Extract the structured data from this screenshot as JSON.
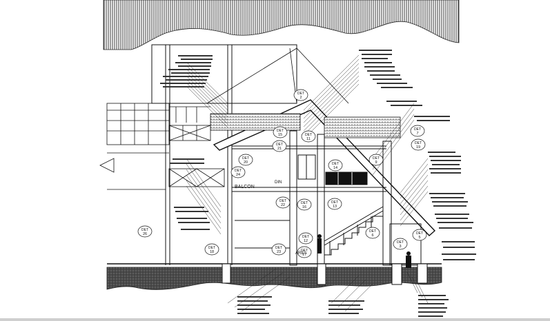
{
  "drawing": {
    "type": "architectural-section",
    "detail_tag": "DET",
    "details": [
      {
        "id": "det-15",
        "number": "15"
      },
      {
        "id": "det-11",
        "number": "11"
      },
      {
        "id": "det-21",
        "number": "21"
      },
      {
        "id": "det-20",
        "number": "20"
      },
      {
        "id": "det-24",
        "number": "24"
      },
      {
        "id": "det-9",
        "number": "9"
      },
      {
        "id": "det-14",
        "number": "14"
      },
      {
        "id": "det-19",
        "number": "19"
      },
      {
        "id": "det-22",
        "number": "22"
      },
      {
        "id": "det-16",
        "number": "16"
      },
      {
        "id": "det-13",
        "number": "13"
      },
      {
        "id": "det-26",
        "number": "26"
      },
      {
        "id": "det-18",
        "number": "18"
      },
      {
        "id": "det-23",
        "number": "23"
      },
      {
        "id": "det-12",
        "number": "12"
      },
      {
        "id": "det-17",
        "number": "17"
      },
      {
        "id": "det-6",
        "number": "6"
      },
      {
        "id": "det-5",
        "number": "5"
      },
      {
        "id": "det-3",
        "number": "3"
      },
      {
        "id": "det-2",
        "number": "2"
      },
      {
        "id": "det-7",
        "number": "7"
      }
    ],
    "room_labels": {
      "balcony": "BALCON",
      "dining": "DIN",
      "area": "AREA"
    },
    "colors": {
      "line": "#111111",
      "hatch": "#2a2a2a",
      "ground": "#3a3a3a",
      "paper": "#ffffff"
    }
  }
}
